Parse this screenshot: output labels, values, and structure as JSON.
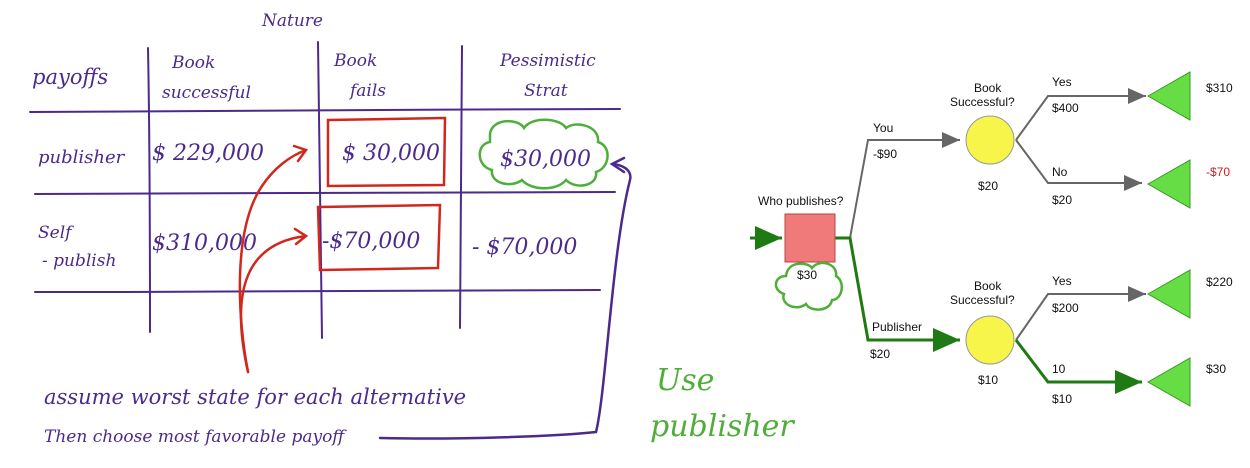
{
  "notes": {
    "nature_label": "Nature",
    "headers": {
      "row_label": "payoffs",
      "col1": [
        "Book",
        "successful"
      ],
      "col2": [
        "Book",
        "fails"
      ],
      "col3": [
        "Pessimistic",
        "Strat"
      ]
    },
    "rows": [
      {
        "label": [
          "publisher"
        ],
        "successful": "$ 229,000",
        "fails": "$ 30,000",
        "pessimistic": "$30,000"
      },
      {
        "label": [
          "Self",
          "- publish"
        ],
        "successful": "$310,000",
        "fails": "-$70,000",
        "pessimistic": "- $70,000"
      }
    ],
    "note_line1": "assume worst state for each alternative",
    "note_line2": "Then choose most favorable payoff",
    "conclusion": [
      "Use",
      "publisher"
    ]
  },
  "tree": {
    "root": {
      "label": "Who publishes?",
      "value": "$30"
    },
    "branch_you": {
      "label": "You",
      "cost": "-$90"
    },
    "branch_publisher": {
      "label": "Publisher",
      "cost": "$20"
    },
    "chance_top": {
      "label": [
        "Book",
        "Successful?"
      ],
      "value": "$20"
    },
    "chance_bottom": {
      "label": [
        "Book",
        "Successful?"
      ],
      "value": "$10"
    },
    "top_yes": {
      "label": "Yes",
      "value": "$400",
      "payoff": "$310"
    },
    "top_no": {
      "label": "No",
      "value": "$20",
      "payoff": "-$70"
    },
    "bottom_yes": {
      "label": "Yes",
      "value": "$200",
      "payoff": "$220"
    },
    "bottom_no": {
      "label": "10",
      "value": "$10",
      "payoff": "$30"
    }
  },
  "colors": {
    "ink_purple": "#4b2a8c",
    "ink_red": "#d0281c",
    "ink_green": "#4fae3a",
    "decision_fill": "#f07a7a",
    "chance_fill": "#f7f44a",
    "terminal_fill": "#66dd44",
    "optimal_path": "#1e7a12",
    "branch_gray": "#666666",
    "negative_payoff": "#cc1f1f"
  }
}
